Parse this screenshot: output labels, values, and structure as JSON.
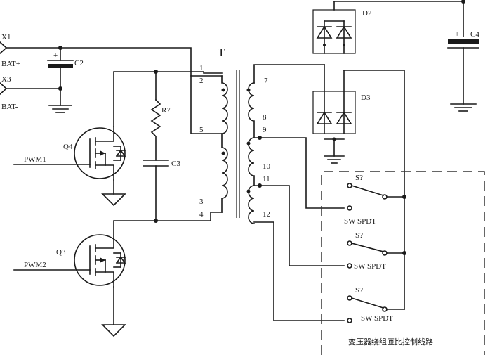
{
  "labels": {
    "x1": "X1",
    "bat_plus": "BAT+",
    "x3": "X3",
    "bat_minus": "BAT-",
    "c2": "C2",
    "c3": "C3",
    "c4": "C4",
    "r7": "R7",
    "q4": "Q4",
    "q3": "Q3",
    "pwm1": "PWM1",
    "pwm2": "PWM2",
    "t": "T",
    "d2": "D2",
    "d3": "D3",
    "pin1": "1",
    "pin2": "2",
    "pin3": "3",
    "pin4": "4",
    "pin5": "5",
    "pin7": "7",
    "pin8": "8",
    "pin9": "9",
    "pin10": "10",
    "pin11": "11",
    "pin12": "12",
    "s1": "S?",
    "s2": "S?",
    "s3": "S?",
    "sw1": "SW SPDT",
    "sw2": "SW SPDT",
    "sw3": "SW SPDT",
    "block_caption": "变压器绕组匝比控制线路"
  }
}
